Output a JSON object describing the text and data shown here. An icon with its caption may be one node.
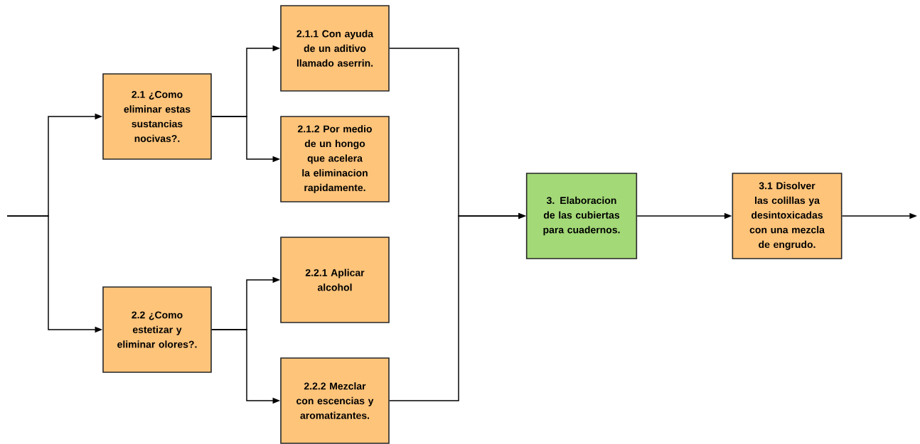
{
  "diagram": {
    "nodes": [
      {
        "text": [
          "2.1 ¿Como eliminar estas sustancias nocivas?."
        ]
      },
      {
        "text": [
          "2.2 ¿Como estetizar y eliminar olores?."
        ]
      },
      {
        "text": [
          "2.1.1 Con ayuda de un aditivo llamado aserrin."
        ]
      },
      {
        "text": [
          "2.1.2 Por medio de un hongo que acelera la eliminacion rapidamente."
        ]
      },
      {
        "text": [
          "2.2.1 Aplicar alcohol"
        ]
      },
      {
        "text": [
          "2.2.2 Mezclar con escencias y aromatizantes."
        ]
      },
      {
        "text": [
          "3. Elaboracion de las cubiertas para cuadernos."
        ]
      },
      {
        "text": [
          "3.1 Disolver las colillas ya desintoxicadas con una mezcla de engrudo."
        ]
      }
    ],
    "edges": [
      {
        "from": null,
        "to": 0,
        "arrow": "to"
      },
      {
        "from": null,
        "to": 1,
        "arrow": "to"
      },
      {
        "from": 0,
        "to": 2,
        "arrow": "to"
      },
      {
        "from": 0,
        "to": 3,
        "arrow": "to"
      },
      {
        "from": 1,
        "to": 4,
        "arrow": "to"
      },
      {
        "from": 1,
        "to": 5,
        "arrow": "to"
      },
      {
        "from": 2,
        "to": 6,
        "arrow": "to"
      },
      {
        "from": 5,
        "to": 6,
        "arrow": "to"
      },
      {
        "from": 6,
        "to": 7,
        "arrow": "to"
      },
      {
        "from": 7,
        "to": null,
        "arrow": "to"
      }
    ]
  }
}
